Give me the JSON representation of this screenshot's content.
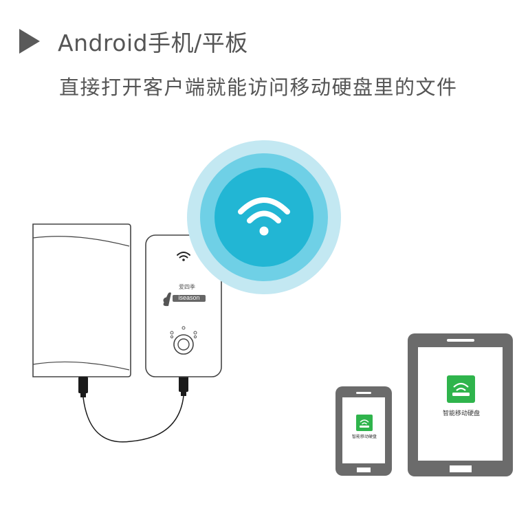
{
  "heading": "Android手机/平板",
  "subheading": "直接打开客户端就能访问移动硬盘里的文件",
  "device": {
    "brand": "iseason",
    "brand_chinese": "爱四季"
  },
  "phone_app_label": "智能移动硬盘",
  "tablet_app_label": "智能移动硬盘",
  "colors": {
    "wifi_outer": "#c3e8f2",
    "wifi_middle": "#6fd0e6",
    "wifi_inner": "#22b6d4",
    "device_frame": "#6b6b6b",
    "app_icon": "#2fb44c"
  },
  "icons": [
    "play-icon",
    "wifi-icon",
    "small-wifi-icon",
    "app-icon"
  ]
}
